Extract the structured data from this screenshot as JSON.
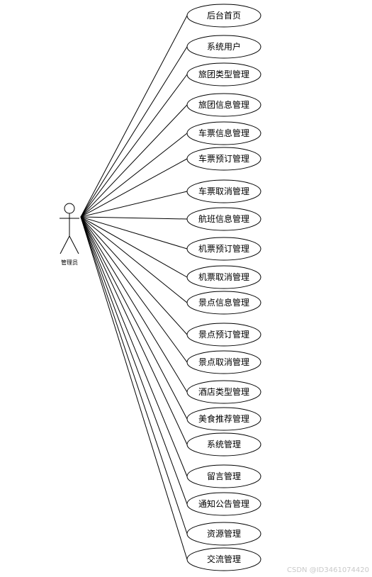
{
  "actor": {
    "label": "管理员"
  },
  "use_cases": [
    "后台首页",
    "系统用户",
    "旅团类型管理",
    "旅团信息管理",
    "车票信息管理",
    "车票预订管理",
    "车票取消管理",
    "航班信息管理",
    "机票预订管理",
    "机票取消管理",
    "景点信息管理",
    "景点预订管理",
    "景点取消管理",
    "酒店类型管理",
    "美食推荐管理",
    "系统管理",
    "留言管理",
    "通知公告管理",
    "资源管理",
    "交流管理"
  ],
  "watermark": "CSDN @ID3461074420"
}
